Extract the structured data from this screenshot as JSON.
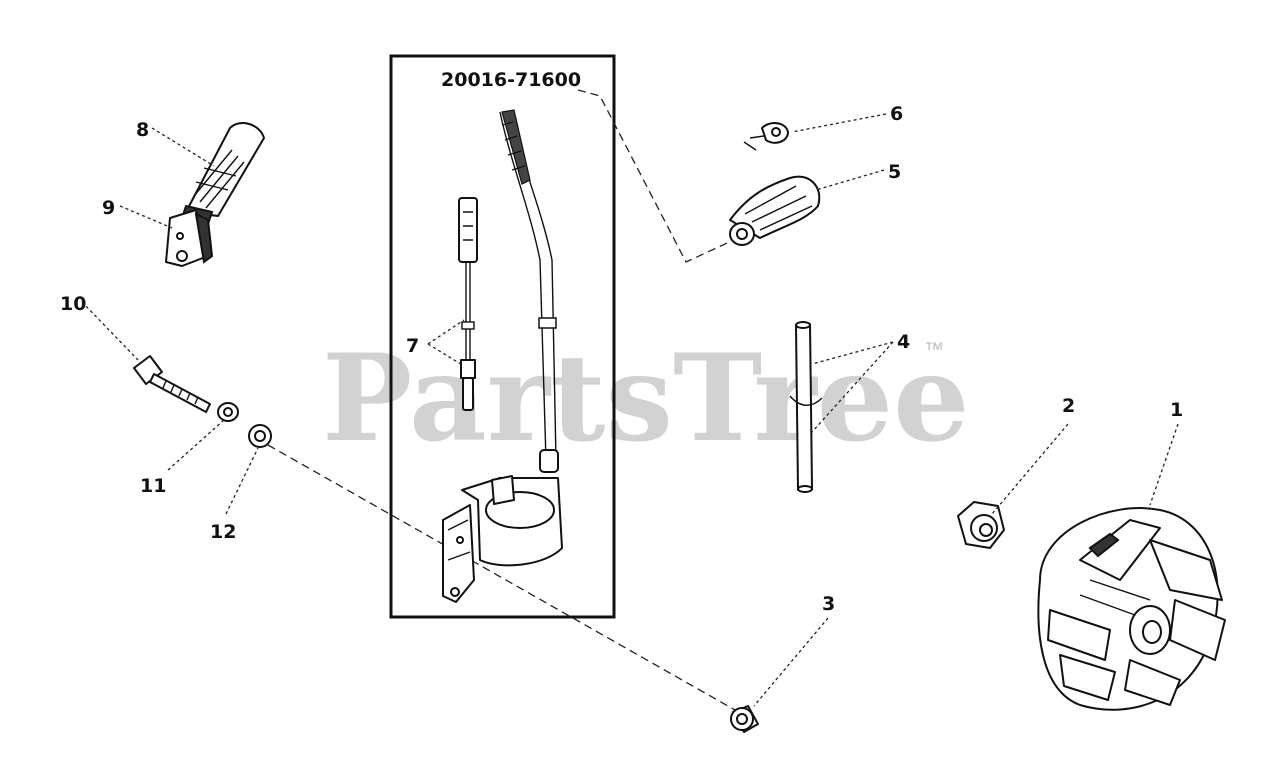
{
  "watermark": {
    "text": "PartsTree",
    "trademark": "™"
  },
  "kit": {
    "part_number": "20016-71600"
  },
  "callouts": [
    {
      "id": "c1",
      "label": "1"
    },
    {
      "id": "c2",
      "label": "2"
    },
    {
      "id": "c3",
      "label": "3"
    },
    {
      "id": "c4",
      "label": "4"
    },
    {
      "id": "c5",
      "label": "5"
    },
    {
      "id": "c6",
      "label": "6"
    },
    {
      "id": "c7",
      "label": "7"
    },
    {
      "id": "c8",
      "label": "8"
    },
    {
      "id": "c9",
      "label": "9"
    },
    {
      "id": "c10",
      "label": "10"
    },
    {
      "id": "c11",
      "label": "11"
    },
    {
      "id": "c12",
      "label": "12"
    }
  ]
}
